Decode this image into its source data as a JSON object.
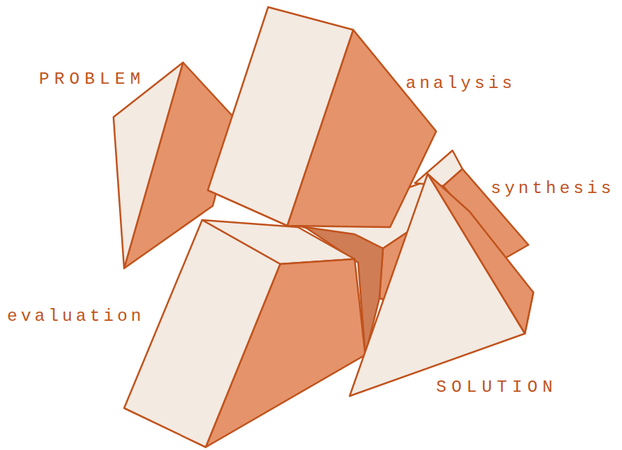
{
  "diagram": {
    "labels": [
      "PROBLEM",
      "analysis",
      "synthesis",
      "evaluation",
      "SOLUTION"
    ]
  }
}
